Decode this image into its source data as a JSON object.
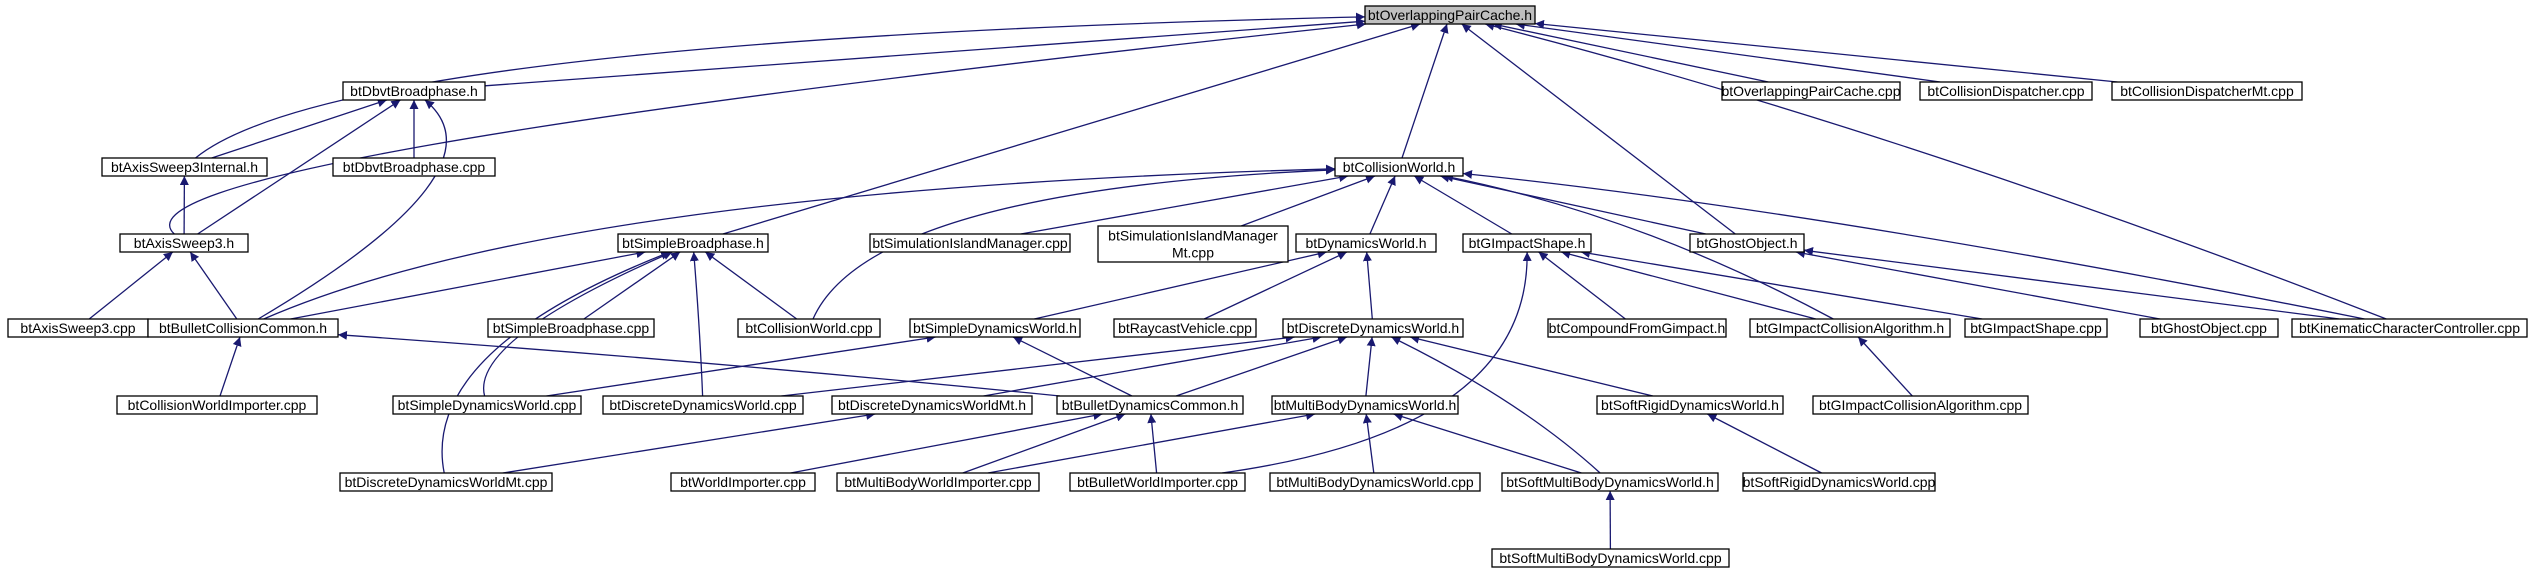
{
  "graph": {
    "colors": {
      "edge": "#191970",
      "node_border": "#000000",
      "root_fill": "#bfbfbf",
      "node_fill": "#ffffff"
    },
    "nodes": [
      {
        "id": "n0",
        "lines": [
          "btOverlappingPairCache.h"
        ],
        "root": true
      },
      {
        "id": "n1",
        "lines": [
          "btDbvtBroadphase.h"
        ]
      },
      {
        "id": "n2",
        "lines": [
          "btCollisionWorld.h"
        ]
      },
      {
        "id": "n3",
        "lines": [
          "btOverlappingPairCache.cpp"
        ]
      },
      {
        "id": "n4",
        "lines": [
          "btCollisionDispatcher.cpp"
        ]
      },
      {
        "id": "n5",
        "lines": [
          "btCollisionDispatcherMt.cpp"
        ]
      },
      {
        "id": "n6",
        "lines": [
          "btAxisSweep3Internal.h"
        ]
      },
      {
        "id": "n7",
        "lines": [
          "btDbvtBroadphase.cpp"
        ]
      },
      {
        "id": "n8",
        "lines": [
          "btAxisSweep3.h"
        ]
      },
      {
        "id": "n9",
        "lines": [
          "btSimpleBroadphase.h"
        ]
      },
      {
        "id": "n10",
        "lines": [
          "btSimulationIslandManager.cpp"
        ]
      },
      {
        "id": "n11",
        "lines": [
          "btSimulationIslandManager",
          "Mt.cpp"
        ]
      },
      {
        "id": "n12",
        "lines": [
          "btDynamicsWorld.h"
        ]
      },
      {
        "id": "n13",
        "lines": [
          "btGImpactShape.h"
        ]
      },
      {
        "id": "n14",
        "lines": [
          "btGhostObject.h"
        ]
      },
      {
        "id": "n15",
        "lines": [
          "btAxisSweep3.cpp"
        ]
      },
      {
        "id": "n16",
        "lines": [
          "btBulletCollisionCommon.h"
        ]
      },
      {
        "id": "n17",
        "lines": [
          "btSimpleBroadphase.cpp"
        ]
      },
      {
        "id": "n18",
        "lines": [
          "btCollisionWorld.cpp"
        ]
      },
      {
        "id": "n19",
        "lines": [
          "btSimpleDynamicsWorld.h"
        ]
      },
      {
        "id": "n20",
        "lines": [
          "btRaycastVehicle.cpp"
        ]
      },
      {
        "id": "n21",
        "lines": [
          "btDiscreteDynamicsWorld.h"
        ]
      },
      {
        "id": "n22",
        "lines": [
          "btCompoundFromGimpact.h"
        ]
      },
      {
        "id": "n23",
        "lines": [
          "btGImpactCollisionAlgorithm.h"
        ]
      },
      {
        "id": "n24",
        "lines": [
          "btGImpactShape.cpp"
        ]
      },
      {
        "id": "n25",
        "lines": [
          "btGhostObject.cpp"
        ]
      },
      {
        "id": "n26",
        "lines": [
          "btKinematicCharacterController.cpp"
        ]
      },
      {
        "id": "n27",
        "lines": [
          "btCollisionWorldImporter.cpp"
        ]
      },
      {
        "id": "n28",
        "lines": [
          "btSimpleDynamicsWorld.cpp"
        ]
      },
      {
        "id": "n29",
        "lines": [
          "btDiscreteDynamicsWorld.cpp"
        ]
      },
      {
        "id": "n30",
        "lines": [
          "btDiscreteDynamicsWorldMt.h"
        ]
      },
      {
        "id": "n31",
        "lines": [
          "btBulletDynamicsCommon.h"
        ]
      },
      {
        "id": "n32",
        "lines": [
          "btMultiBodyDynamicsWorld.h"
        ]
      },
      {
        "id": "n33",
        "lines": [
          "btSoftRigidDynamicsWorld.h"
        ]
      },
      {
        "id": "n34",
        "lines": [
          "btGImpactCollisionAlgorithm.cpp"
        ]
      },
      {
        "id": "n35",
        "lines": [
          "btDiscreteDynamicsWorldMt.cpp"
        ]
      },
      {
        "id": "n36",
        "lines": [
          "btWorldImporter.cpp"
        ]
      },
      {
        "id": "n37",
        "lines": [
          "btMultiBodyWorldImporter.cpp"
        ]
      },
      {
        "id": "n38",
        "lines": [
          "btBulletWorldImporter.cpp"
        ]
      },
      {
        "id": "n39",
        "lines": [
          "btMultiBodyDynamicsWorld.cpp"
        ]
      },
      {
        "id": "n40",
        "lines": [
          "btSoftMultiBodyDynamicsWorld.h"
        ]
      },
      {
        "id": "n41",
        "lines": [
          "btSoftRigidDynamicsWorld.cpp"
        ]
      },
      {
        "id": "n42",
        "lines": [
          "btSoftMultiBodyDynamicsWorld.cpp"
        ]
      }
    ],
    "edges": [
      [
        "n1",
        "n0"
      ],
      [
        "n6",
        "n0"
      ],
      [
        "n8",
        "n0"
      ],
      [
        "n9",
        "n0"
      ],
      [
        "n2",
        "n0"
      ],
      [
        "n14",
        "n0"
      ],
      [
        "n3",
        "n0"
      ],
      [
        "n4",
        "n0"
      ],
      [
        "n5",
        "n0"
      ],
      [
        "n26",
        "n0"
      ],
      [
        "n6",
        "n1"
      ],
      [
        "n7",
        "n1"
      ],
      [
        "n8",
        "n1"
      ],
      [
        "n16",
        "n1"
      ],
      [
        "n8",
        "n6"
      ],
      [
        "n15",
        "n8"
      ],
      [
        "n16",
        "n8"
      ],
      [
        "n16",
        "n9"
      ],
      [
        "n17",
        "n9"
      ],
      [
        "n18",
        "n9"
      ],
      [
        "n28",
        "n9"
      ],
      [
        "n29",
        "n9"
      ],
      [
        "n35",
        "n9"
      ],
      [
        "n16",
        "n2"
      ],
      [
        "n18",
        "n2"
      ],
      [
        "n10",
        "n2"
      ],
      [
        "n11",
        "n2"
      ],
      [
        "n12",
        "n2"
      ],
      [
        "n13",
        "n2"
      ],
      [
        "n14",
        "n2"
      ],
      [
        "n23",
        "n2"
      ],
      [
        "n26",
        "n2"
      ],
      [
        "n27",
        "n16"
      ],
      [
        "n31",
        "n16"
      ],
      [
        "n19",
        "n12"
      ],
      [
        "n20",
        "n12"
      ],
      [
        "n21",
        "n12"
      ],
      [
        "n28",
        "n19"
      ],
      [
        "n31",
        "n19"
      ],
      [
        "n30",
        "n21"
      ],
      [
        "n31",
        "n21"
      ],
      [
        "n32",
        "n21"
      ],
      [
        "n33",
        "n21"
      ],
      [
        "n40",
        "n21"
      ],
      [
        "n29",
        "n21"
      ],
      [
        "n35",
        "n30"
      ],
      [
        "n36",
        "n31"
      ],
      [
        "n37",
        "n31"
      ],
      [
        "n38",
        "n31"
      ],
      [
        "n37",
        "n32"
      ],
      [
        "n39",
        "n32"
      ],
      [
        "n40",
        "n32"
      ],
      [
        "n41",
        "n33"
      ],
      [
        "n42",
        "n40"
      ],
      [
        "n22",
        "n13"
      ],
      [
        "n23",
        "n13"
      ],
      [
        "n24",
        "n13"
      ],
      [
        "n38",
        "n13"
      ],
      [
        "n34",
        "n23"
      ],
      [
        "n25",
        "n14"
      ],
      [
        "n26",
        "n14"
      ]
    ]
  }
}
